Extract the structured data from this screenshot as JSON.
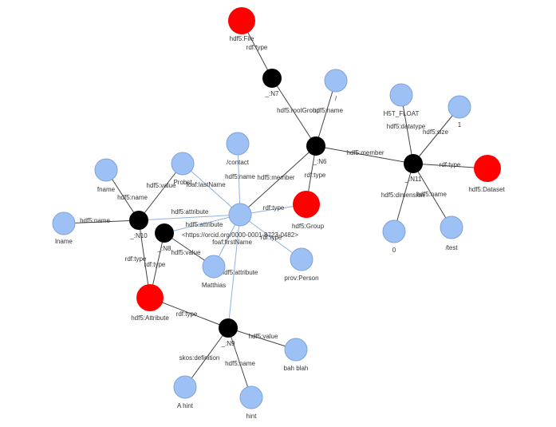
{
  "colors": {
    "class_node": "#ff0000",
    "blank_node": "#000000",
    "literal_node": "#9ec1f5",
    "literal_stroke": "#7fa3d8",
    "edge_dark": "#444444",
    "edge_light": "#8fb0dd"
  },
  "nodes": [
    {
      "id": "hdf5File",
      "label": "hdf5:File",
      "kind": "class"
    },
    {
      "id": "N7",
      "label": "_:N7",
      "kind": "blank"
    },
    {
      "id": "slash",
      "label": "/",
      "kind": "literal"
    },
    {
      "id": "N6",
      "label": "_:N6",
      "kind": "blank"
    },
    {
      "id": "hdf5Group",
      "label": "hdf5:Group",
      "kind": "class"
    },
    {
      "id": "H5T",
      "label": "H5T_FLOAT",
      "kind": "literal"
    },
    {
      "id": "one",
      "label": "1",
      "kind": "literal"
    },
    {
      "id": "N11",
      "label": "_:N11",
      "kind": "blank"
    },
    {
      "id": "hdf5Dataset",
      "label": "hdf5:Dataset",
      "kind": "class"
    },
    {
      "id": "zero",
      "label": "0",
      "kind": "literal"
    },
    {
      "id": "test",
      "label": "/test",
      "kind": "literal"
    },
    {
      "id": "contact",
      "label": "/contact",
      "kind": "literal"
    },
    {
      "id": "orcid",
      "label": "<https://orcid.org/0000-0001-8723-0482>",
      "kind": "literal"
    },
    {
      "id": "probst",
      "label": "Probst",
      "kind": "literal"
    },
    {
      "id": "fname",
      "label": "fname",
      "kind": "literal"
    },
    {
      "id": "lname",
      "label": "lname",
      "kind": "literal"
    },
    {
      "id": "N10",
      "label": "_:N10",
      "kind": "blank"
    },
    {
      "id": "N8",
      "label": "_:N8",
      "kind": "blank"
    },
    {
      "id": "matthias",
      "label": "Matthias",
      "kind": "literal"
    },
    {
      "id": "provPerson",
      "label": "prov:Person",
      "kind": "literal"
    },
    {
      "id": "hdf5Attribute",
      "label": "hdf5:Attribute",
      "kind": "class"
    },
    {
      "id": "N9",
      "label": "_:N9",
      "kind": "blank"
    },
    {
      "id": "bahblah",
      "label": "bah blah",
      "kind": "literal"
    },
    {
      "id": "ahint",
      "label": "A hint",
      "kind": "literal"
    },
    {
      "id": "hint",
      "label": "hint",
      "kind": "literal"
    }
  ],
  "edges": [
    {
      "from": "N7",
      "to": "hdf5File",
      "label": "rdf:type",
      "tone": "dark"
    },
    {
      "from": "N7",
      "to": "N6",
      "label": "hdf5:rootGroup",
      "tone": "dark"
    },
    {
      "from": "N6",
      "to": "slash",
      "label": "hdf5:name",
      "tone": "dark"
    },
    {
      "from": "N6",
      "to": "hdf5Group",
      "label": "rdf:type",
      "tone": "dark"
    },
    {
      "from": "N6",
      "to": "N11",
      "label": "hdf5:member",
      "tone": "dark"
    },
    {
      "from": "N6",
      "to": "orcid",
      "label": "hdf5:member",
      "tone": "dark"
    },
    {
      "from": "N11",
      "to": "H5T",
      "label": "hdf5:datatype",
      "tone": "dark"
    },
    {
      "from": "N11",
      "to": "one",
      "label": "hdf5:size",
      "tone": "dark"
    },
    {
      "from": "N11",
      "to": "hdf5Dataset",
      "label": "rdf:type",
      "tone": "dark"
    },
    {
      "from": "N11",
      "to": "zero",
      "label": "hdf5:dimension",
      "tone": "dark"
    },
    {
      "from": "N11",
      "to": "test",
      "label": "hdf5:name",
      "tone": "dark"
    },
    {
      "from": "orcid",
      "to": "hdf5Group",
      "label": "rdf:type",
      "tone": "light"
    },
    {
      "from": "orcid",
      "to": "contact",
      "label": "hdf5:name",
      "tone": "light"
    },
    {
      "from": "orcid",
      "to": "probst",
      "label": "foaf:lastName",
      "tone": "light"
    },
    {
      "from": "orcid",
      "to": "N10",
      "label": "hdf5:attribute",
      "tone": "light"
    },
    {
      "from": "orcid",
      "to": "N8",
      "label": "hdf5:attribute",
      "tone": "light"
    },
    {
      "from": "orcid",
      "to": "matthias",
      "label": "foaf:firstName",
      "tone": "light"
    },
    {
      "from": "orcid",
      "to": "provPerson",
      "label": "rdf:type",
      "tone": "light"
    },
    {
      "from": "orcid",
      "to": "N9",
      "label": "hdf5:attribute",
      "tone": "light"
    },
    {
      "from": "N10",
      "to": "probst",
      "label": "hdf5:value",
      "tone": "dark"
    },
    {
      "from": "N10",
      "to": "fname",
      "label": "hdf5:name",
      "tone": "dark"
    },
    {
      "from": "N10",
      "to": "lname",
      "label": "hdf5:name",
      "tone": "dark"
    },
    {
      "from": "N10",
      "to": "hdf5Attribute",
      "label": "rdf:type",
      "tone": "dark"
    },
    {
      "from": "N8",
      "to": "matthias",
      "label": "hdf5:value",
      "tone": "dark"
    },
    {
      "from": "N8",
      "to": "hdf5Attribute",
      "label": "rdf:type",
      "tone": "dark"
    },
    {
      "from": "N9",
      "to": "hdf5Attribute",
      "label": "rdf:type",
      "tone": "dark"
    },
    {
      "from": "N9",
      "to": "bahblah",
      "label": "hdf5:value",
      "tone": "dark"
    },
    {
      "from": "N9",
      "to": "ahint",
      "label": "skos:definition",
      "tone": "dark"
    },
    {
      "from": "N9",
      "to": "hint",
      "label": "hdf5:name",
      "tone": "dark"
    }
  ]
}
